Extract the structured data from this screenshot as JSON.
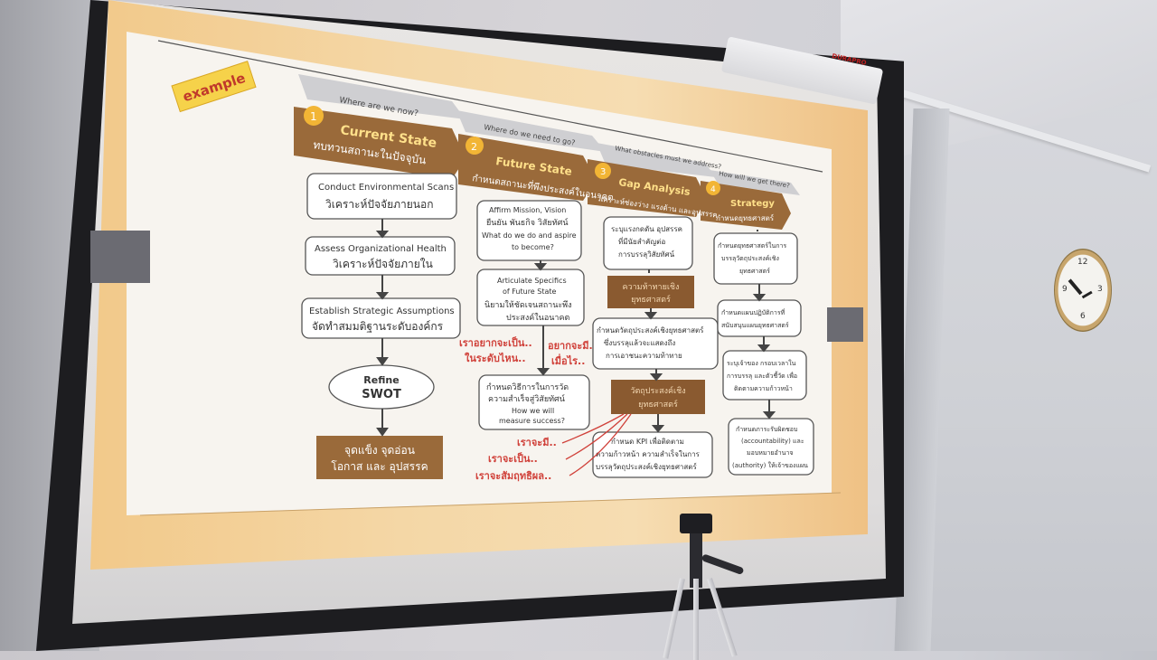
{
  "badge": "example",
  "questions": [
    "Where are  we now?",
    "Where do we need to go?",
    "What obstacles must we address?",
    "How will we get there?"
  ],
  "headers": [
    {
      "num": "1",
      "title": "Current State",
      "thai": "ทบทวนสถานะในปัจจุบัน"
    },
    {
      "num": "2",
      "title": "Future State",
      "thai": "กำหนดสถานะที่พึงประสงค์ในอนาคต"
    },
    {
      "num": "3",
      "title": "Gap Analysis",
      "thai": "วิเคราะห์ช่องว่าง แรงต้าน และอุปสรรค"
    },
    {
      "num": "4",
      "title": "Strategy",
      "thai": "กำหนดยุทธศาสตร์"
    }
  ],
  "col1": {
    "box1": [
      "Conduct Environmental Scans",
      "วิเคราะห์ปัจจัยภายนอก"
    ],
    "box2": [
      "Assess Organizational Health",
      "วิเคราะห์ปัจจัยภายใน"
    ],
    "box3": [
      "Establish Strategic Assumptions",
      "จัดทำสมมติฐานระดับองค์กร"
    ],
    "oval": [
      "Refine",
      "SWOT"
    ],
    "result": [
      "จุดแข็ง  จุดอ่อน",
      "โอกาส  และ อุปสรรค"
    ]
  },
  "col2": {
    "box1": [
      "Affirm Mission, Vision",
      "ยืนยัน พันธกิจ วิสัยทัศน์",
      "What do we do and aspire",
      "to become?"
    ],
    "box2": [
      "Articulate Specifics",
      "of Future State",
      "นิยามให้ชัดเจนสถานะพึง",
      "ประสงค์ในอนาคต"
    ],
    "red_mid": [
      "เราอยากจะเป็น..",
      "อยากจะมี..",
      "ในระดับไหน..",
      "เมื่อไร.."
    ],
    "box3": [
      "กำหนดวิธีการในการวัด",
      "ความสำเร็จสู่วิสัยทัศน์",
      "How we will",
      "measure success?"
    ],
    "red_bottom": [
      "เราจะมี..",
      "เราจะเป็น..",
      "เราจะสัมฤทธิผล.."
    ]
  },
  "col3": {
    "box1": [
      "ระบุแรงกดดัน อุปสรรค",
      "ที่มีนัยสำคัญต่อ",
      "การบรรลุวิสัยทัศน์"
    ],
    "dark1": [
      "ความท้าทายเชิง",
      "ยุทธศาสตร์"
    ],
    "box2": [
      "กำหนดวัตถุประสงค์เชิงยุทธศาสตร์",
      "ซึ่งบรรลุแล้วจะแสดงถึง",
      "การเอาชนะความท้าทาย"
    ],
    "dark2": [
      "วัตถุประสงค์เชิง",
      "ยุทธศาสตร์"
    ],
    "box3": [
      "กำหนด KPI เพื่อติดตาม",
      "ความก้าวหน้า ความสำเร็จในการ",
      "บรรลุวัตถุประสงค์เชิงยุทธศาสตร์"
    ]
  },
  "col4": {
    "box1": [
      "กำหนดยุทธศาสตร์ในการ",
      "บรรลุวัตถุประสงค์เชิง",
      "ยุทธศาสตร์"
    ],
    "box2": [
      "กำหนดแผนปฏิบัติการที่",
      "สนับสนุนแผนยุทธศาสตร์"
    ],
    "box3": [
      "ระบุเจ้าของ กรอบเวลาใน",
      "การบรรลุ และตัวชี้วัด เพื่อ",
      "ติดตามความก้าวหน้า"
    ],
    "box4": [
      "กำหนดภาระรับผิดชอบ",
      "(accountability) และ",
      "มอบหมายอำนาจ",
      "(authority) ให้เจ้าของแผน"
    ]
  },
  "projector_brand": "DURAPRO",
  "clock_numbers": [
    "12",
    "3",
    "6",
    "9"
  ],
  "colors": {
    "header_brown": "#9a6a3a",
    "dark_box": "#8a5a30",
    "red_text": "#d0413a",
    "badge_yellow": "#f6d24a"
  }
}
